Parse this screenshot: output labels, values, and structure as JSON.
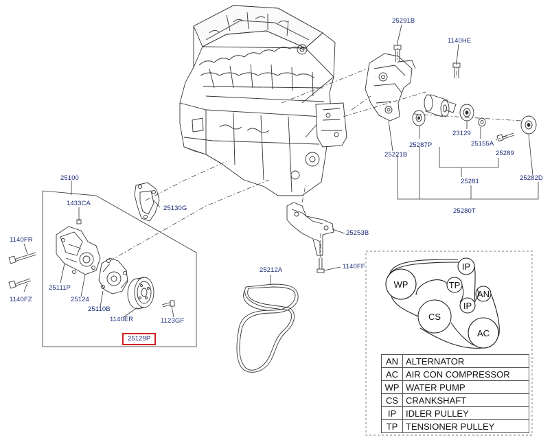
{
  "parts": {
    "p25291B": "25291B",
    "p1140HE": "1140HE",
    "p25221B": "25221B",
    "p25287P": "25287P",
    "p23129": "23129",
    "p25155A": "25155A",
    "p25289": "25289",
    "p25282D": "25282D",
    "p25281": "25281",
    "p25280T": "25280T",
    "p25100": "25100",
    "p1433CA": "1433CA",
    "p25130G": "25130G",
    "p1140FR": "1140FR",
    "p25111P": "25111P",
    "p25124": "25124",
    "p1140FZ": "1140FZ",
    "p25110B": "25110B",
    "p1140ER": "1140ER",
    "p1123GF": "1123GF",
    "p25129P": "25129P",
    "p25253B": "25253B",
    "p1140FF": "1140FF",
    "p25212A": "25212A"
  },
  "belt_diagram": {
    "wp": "WP",
    "ip_top": "IP",
    "tp": "TP",
    "ip_mid": "IP",
    "an": "AN",
    "cs": "CS",
    "ac": "AC"
  },
  "legend": [
    {
      "code": "AN",
      "label": "ALTERNATOR"
    },
    {
      "code": "AC",
      "label": "AIR CON COMPRESSOR"
    },
    {
      "code": "WP",
      "label": "WATER PUMP"
    },
    {
      "code": "CS",
      "label": "CRANKSHAFT"
    },
    {
      "code": "IP",
      "label": "IDLER PULLEY"
    },
    {
      "code": "TP",
      "label": "TENSIONER PULLEY"
    }
  ],
  "colors": {
    "label_text": "#1a2a78",
    "highlight_box": "#d21f1f",
    "drawing_lines": "#333333"
  }
}
